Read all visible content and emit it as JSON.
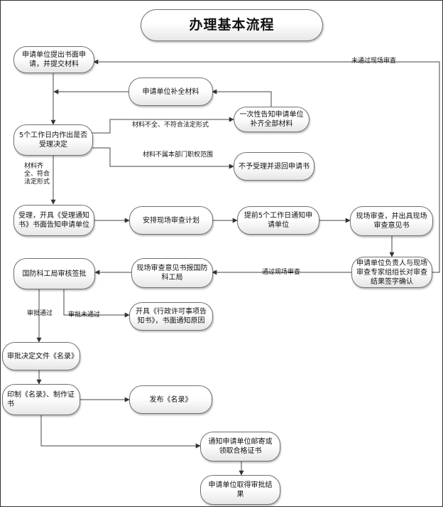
{
  "title": "办理基本流程",
  "nodes": {
    "submit": "申请单位提出书面申 请，并提交材料",
    "supplement": "申请单位补全材料",
    "decide": "5个工作日内作出是否受理决定",
    "notify_once": "一次性告知申请单位补齐全部材料",
    "reject": "不予受理并退回申请书",
    "accept": "受理，开具《受理通知书》书面告知申请单位",
    "plan": "安排现场审查计划",
    "notify5": "提前5个工作日通知申请单位",
    "inspect": "现场审查，并出具现场审查意见书",
    "sign": "申请单位负责人与现场审查专家组组长对审查结果签字确认",
    "report": "现场审查意见书报国防科工局",
    "approve": "国防科工局审核签批",
    "not_approved": "开具《行政许可事项告知书》，书面通知原因",
    "approval_doc": "审批决定文件《名录》",
    "print": "印制《名录》、制作证书",
    "publish": "发布《名录》",
    "notify_cert": "通知申请单位邮寄或领取合格证书",
    "result": "申请单位取得审批结果"
  },
  "edges": {
    "fail_onsite": "未通过现场审查",
    "incomplete": "材料不全、不符合法定形式",
    "out_of_scope": "材料不属本部门职权范围",
    "complete": "材料齐全、符合法定形式",
    "pass_onsite": "通过现场审查",
    "approved": "审批通过",
    "not_approved": "审批未通过"
  }
}
